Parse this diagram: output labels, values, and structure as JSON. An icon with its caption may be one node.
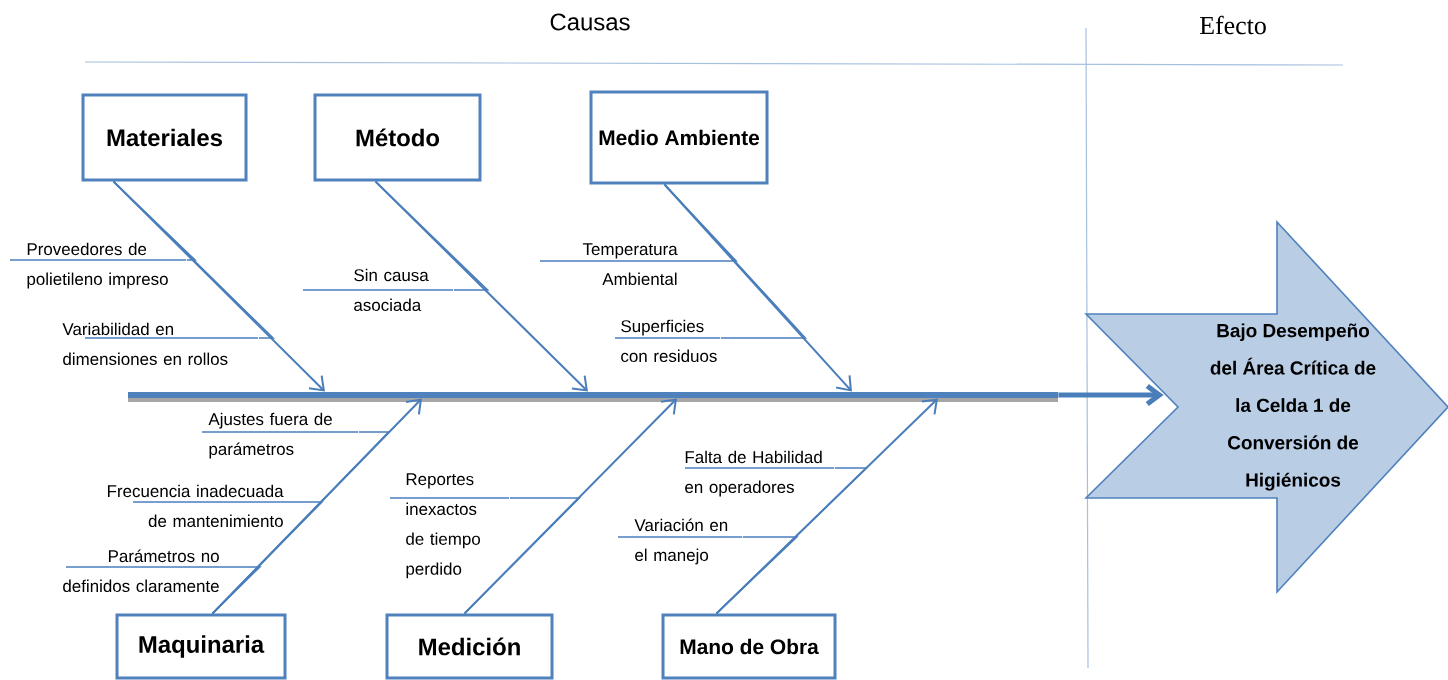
{
  "diagram": {
    "nodes": [
      {
        "text": [
          "Materiales"
        ]
      },
      {
        "text": [
          "Método"
        ]
      },
      {
        "text": [
          "Medio Ambiente"
        ]
      },
      {
        "text": [
          "Bajo Desempeño del Área Crítica de la Celda 1 de Conversión de Higiénicos"
        ]
      },
      {
        "text": [
          "Maquinaria"
        ]
      },
      {
        "text": [
          "Medición"
        ]
      },
      {
        "text": [
          "Mano de Obra"
        ]
      },
      {
        "text": [],
        "shape": "bar"
      },
      {
        "text": [
          "Proveedores de polietileno impreso"
        ]
      },
      {
        "text": [
          "Sin causa asociada"
        ]
      },
      {
        "text": [
          "Temperatura Ambiental"
        ]
      },
      {
        "text": [
          "Variabilidad en dimensiones en rollos"
        ]
      },
      {
        "text": [
          "Superficies con residuos"
        ]
      },
      {
        "text": [
          "Ajustes fuera de parámetros"
        ]
      },
      {
        "text": [
          "Reportes inexactos de tiempo perdido"
        ]
      },
      {
        "text": [
          "Falta de Habilidad en operadores"
        ]
      },
      {
        "text": [
          "Frecuencia inadecuada de mantenimiento"
        ]
      },
      {
        "text": [
          "Variación en el manejo"
        ]
      },
      {
        "text": [
          "Parámetros no definidos claramente"
        ]
      }
    ],
    "edges": [
      {
        "from": 0,
        "to": 7,
        "arrow": "to"
      },
      {
        "from": 1,
        "to": 7,
        "arrow": "to"
      },
      {
        "from": 2,
        "to": 7,
        "arrow": "to"
      },
      {
        "from": 4,
        "to": 7,
        "arrow": "to"
      },
      {
        "from": 5,
        "to": 7,
        "arrow": "to"
      },
      {
        "from": 6,
        "to": 7,
        "arrow": "to"
      },
      {
        "from": 7,
        "to": 3,
        "arrow": "to",
        "style": "thick"
      },
      {
        "from": 8,
        "to": 0,
        "arrow": "none"
      },
      {
        "from": 9,
        "to": 1,
        "arrow": "none"
      },
      {
        "from": 10,
        "to": 2,
        "arrow": "none"
      },
      {
        "from": 11,
        "to": 0,
        "arrow": "none"
      },
      {
        "from": 12,
        "to": 2,
        "arrow": "none"
      },
      {
        "from": 13,
        "to": 4,
        "arrow": "none"
      },
      {
        "from": 14,
        "to": 5,
        "arrow": "none"
      },
      {
        "from": 15,
        "to": 6,
        "arrow": "none"
      },
      {
        "from": 16,
        "to": 4,
        "arrow": "none"
      },
      {
        "from": 17,
        "to": 6,
        "arrow": "none"
      },
      {
        "from": 18,
        "to": 4,
        "arrow": "none"
      }
    ],
    "labels": [
      "Causas",
      "Efecto"
    ]
  }
}
